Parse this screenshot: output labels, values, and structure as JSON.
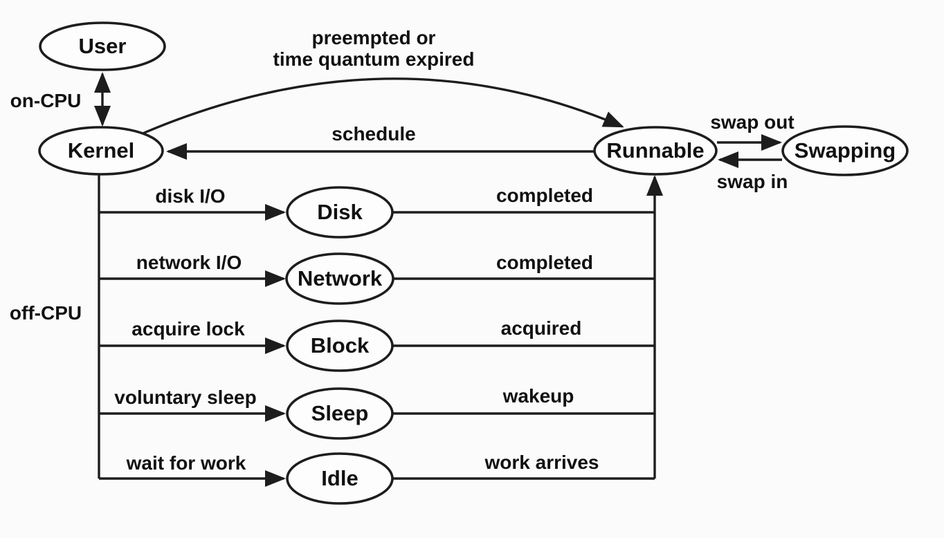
{
  "colors": {
    "line": "#1d1d1d",
    "text": "#111111",
    "background": "#fbfbfb",
    "node_fill": "#fdfdfd"
  },
  "nodes": {
    "user": "User",
    "kernel": "Kernel",
    "runnable": "Runnable",
    "swapping": "Swapping",
    "disk": "Disk",
    "network": "Network",
    "block": "Block",
    "sleep": "Sleep",
    "idle": "Idle"
  },
  "edge_labels": {
    "on_cpu": "on-CPU",
    "off_cpu": "off-CPU",
    "preempt_line1": "preempted or",
    "preempt_line2": "time quantum expired",
    "schedule": "schedule",
    "swap_out": "swap out",
    "swap_in": "swap in"
  },
  "wait_rows": [
    {
      "enter": "disk I/O",
      "node": "Disk",
      "exit": "completed"
    },
    {
      "enter": "network I/O",
      "node": "Network",
      "exit": "completed"
    },
    {
      "enter": "acquire lock",
      "node": "Block",
      "exit": "acquired"
    },
    {
      "enter": "voluntary sleep",
      "node": "Sleep",
      "exit": "wakeup"
    },
    {
      "enter": "wait for work",
      "node": "Idle",
      "exit": "work arrives"
    }
  ]
}
